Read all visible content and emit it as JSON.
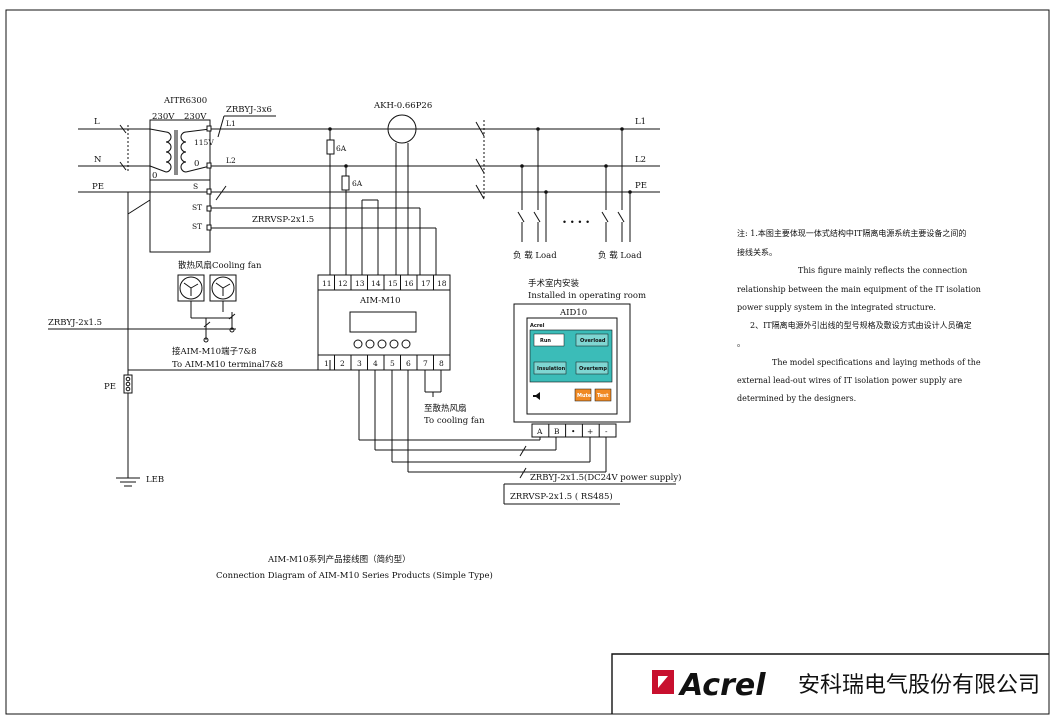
{
  "colors": {
    "ink": "#111111",
    "brand_red": "#c8102e",
    "screen_teal": "#3bbcb8",
    "button_orange": "#f08a24"
  },
  "transformer": {
    "label": "AITR6300",
    "primary_v": "230V",
    "secondary_v": "230V",
    "tap_v": "115V",
    "zero_a": "0",
    "zero_b": "0"
  },
  "bus": {
    "l_left": "L",
    "n_left": "N",
    "pe_left": "PE",
    "l1_right": "L1",
    "l2_right": "L2",
    "pe_right": "PE",
    "l1_t": "L1",
    "l2_t": "L2",
    "s_t": "S",
    "st1": "ST",
    "st2": "ST"
  },
  "cables": {
    "main": "ZRBYJ-3x6",
    "st_cable": "ZRRVSP-2x1.5",
    "fan_cable": "ZRBYJ-2x1.5",
    "aid_power": "ZRBYJ-2x1.5(DC24V power supply)",
    "aid_rs485": "ZRRVSP-2x1.5 ( RS485)"
  },
  "ct": {
    "label": "AKH-0.66P26"
  },
  "fuses": {
    "f1": "6A",
    "f2": "6A"
  },
  "loads": {
    "load_a": "负 载 Load",
    "load_b": "负 载 Load",
    "dots": "• • • •"
  },
  "fans": {
    "title": "散热风扇Cooling fan",
    "terminal_cn": "接AIM-M10端子7&8",
    "terminal_en": "To AIM-M10 terminal7&8"
  },
  "aim": {
    "name": "AIM-M10",
    "top_terminals": [
      "11",
      "12",
      "13",
      "14",
      "15",
      "16",
      "17",
      "18"
    ],
    "bottom_terminals": [
      "1",
      "2",
      "3",
      "4",
      "5",
      "6",
      "7",
      "8"
    ],
    "fan_cn": "至散热风扇",
    "fan_en": "To cooling fan"
  },
  "aid": {
    "installed_cn": "手术室内安装",
    "installed_en": "Installed in operating room",
    "name": "AID10",
    "brand": "Acrel",
    "buttons": {
      "run": "Run",
      "overload": "Overload",
      "insulation": "Insulation",
      "overtemp": "Overtemp",
      "mute": "Mute",
      "test": "Test"
    },
    "terminals": [
      "A",
      "B",
      "•",
      "+",
      "-"
    ]
  },
  "pe_bar": {
    "label": "PE"
  },
  "leb": {
    "label": "LEB"
  },
  "notes": {
    "n1_cn_a": "注:   1.本图主要体现一体式结构中IT隔离电源系统主要设备之间的",
    "n1_cn_b": "接线关系。",
    "n1_en_a": "This figure mainly reflects the connection",
    "n1_en_b": "relationship between the main equipment of the IT isolation",
    "n1_en_c": "power supply system in the integrated structure.",
    "n2_cn_a": "2、IT隔离电源外引出线的型号规格及敷设方式由设计人员确定",
    "n2_cn_b": "。",
    "n2_en_a": "The model specifications and laying methods of the",
    "n2_en_b": "external lead-out wires of IT isolation power supply are",
    "n2_en_c": "determined by the designers."
  },
  "caption": {
    "cn": "AIM-M10系列产品接线图（简约型）",
    "en": "Connection Diagram of AIM-M10 Series Products (Simple Type)"
  },
  "footer": {
    "brand": "Acrel",
    "company": "安科瑞电气股份有限公司"
  }
}
